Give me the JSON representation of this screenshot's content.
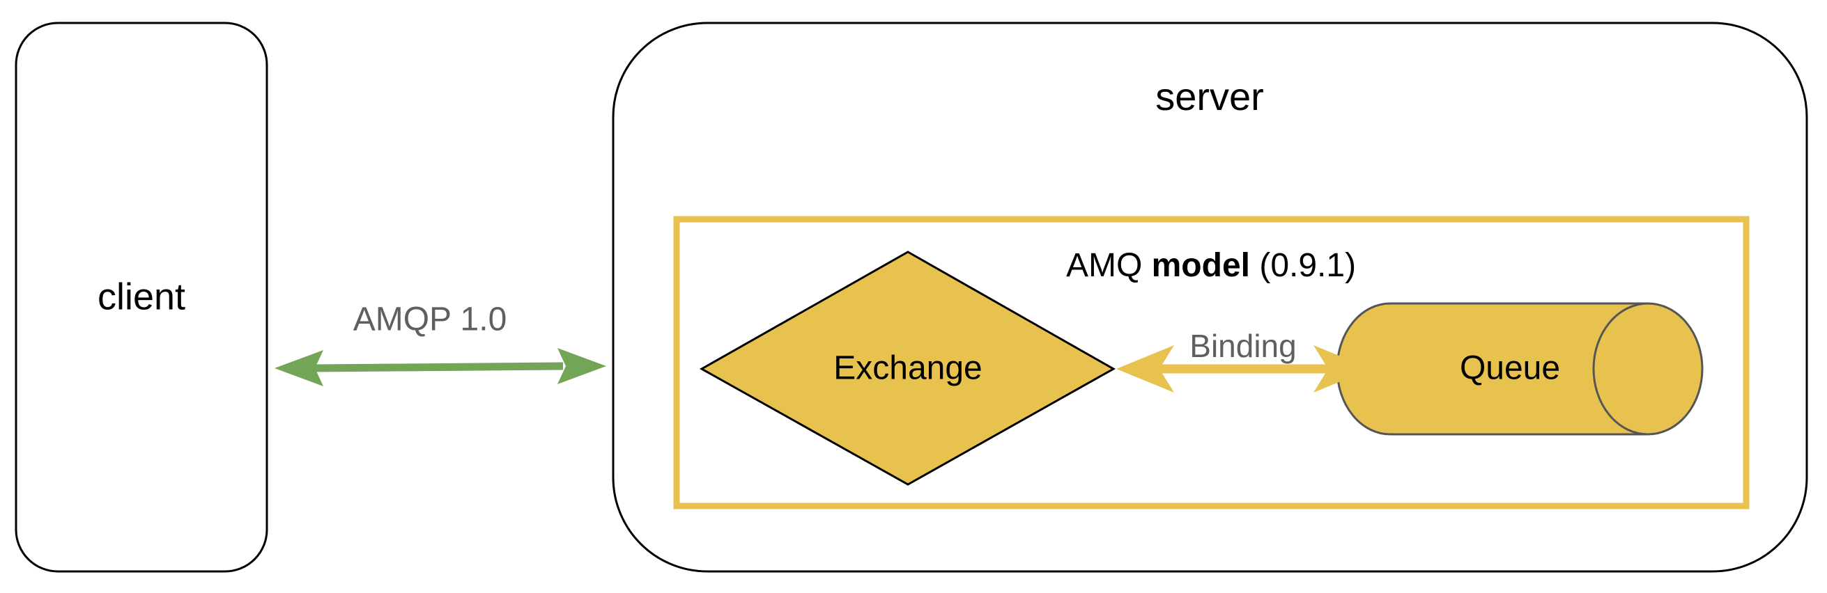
{
  "client": {
    "label": "client"
  },
  "server": {
    "label": "server"
  },
  "model": {
    "prefix": "AMQ",
    "bold": "model",
    "suffix": "(0.9.1)"
  },
  "exchange": {
    "label": "Exchange"
  },
  "queue": {
    "label": "Queue"
  },
  "binding": {
    "label": "Binding"
  },
  "protocol": {
    "label": "AMQP 1.0"
  },
  "colors": {
    "accent_yellow": "#E8C24F",
    "link_green": "#72A556",
    "outline": "#000000",
    "muted_text": "#5F5F5F"
  }
}
